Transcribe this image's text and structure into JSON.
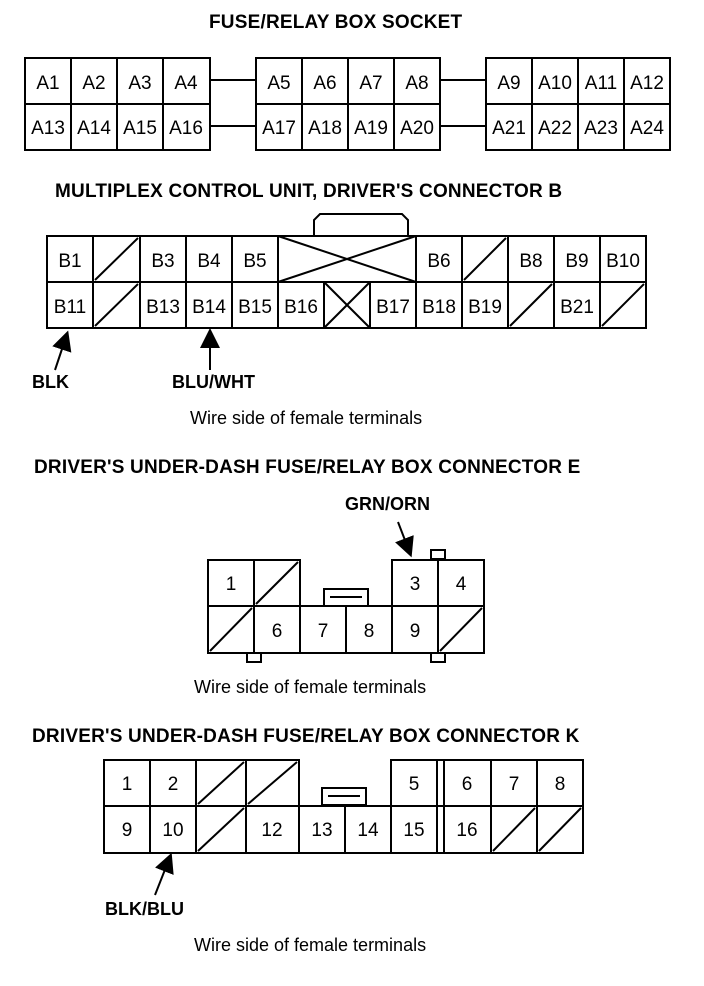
{
  "socket": {
    "title": "FUSE/RELAY BOX SOCKET",
    "top_row": [
      "A1",
      "A2",
      "A3",
      "A4",
      "A5",
      "A6",
      "A7",
      "A8",
      "A9",
      "A10",
      "A11",
      "A12"
    ],
    "bottom_row": [
      "A13",
      "A14",
      "A15",
      "A16",
      "A17",
      "A18",
      "A19",
      "A20",
      "A21",
      "A22",
      "A23",
      "A24"
    ]
  },
  "connector_b": {
    "title": "MULTIPLEX CONTROL UNIT, DRIVER'S CONNECTOR B",
    "top_row": [
      "B1",
      "",
      "B3",
      "B4",
      "B5",
      "B6",
      "",
      "B8",
      "B9",
      "B10"
    ],
    "bottom_row": [
      "B11",
      "",
      "B13",
      "B14",
      "B15",
      "B16",
      "",
      "B17",
      "B18",
      "B19",
      "",
      "B21",
      ""
    ],
    "wire_1": "BLK",
    "wire_2": "BLU/WHT",
    "caption": "Wire side of female terminals"
  },
  "connector_e": {
    "title": "DRIVER'S UNDER-DASH FUSE/RELAY BOX CONNECTOR E",
    "wire": "GRN/ORN",
    "terminals": [
      "1",
      "3",
      "4",
      "6",
      "7",
      "8",
      "9"
    ],
    "caption": "Wire side of female terminals"
  },
  "connector_k": {
    "title": "DRIVER'S UNDER-DASH FUSE/RELAY BOX CONNECTOR K",
    "terminals": [
      "1",
      "2",
      "5",
      "6",
      "7",
      "8",
      "9",
      "10",
      "12",
      "13",
      "14",
      "15",
      "16"
    ],
    "wire": "BLK/BLU",
    "caption": "Wire side of female terminals"
  }
}
